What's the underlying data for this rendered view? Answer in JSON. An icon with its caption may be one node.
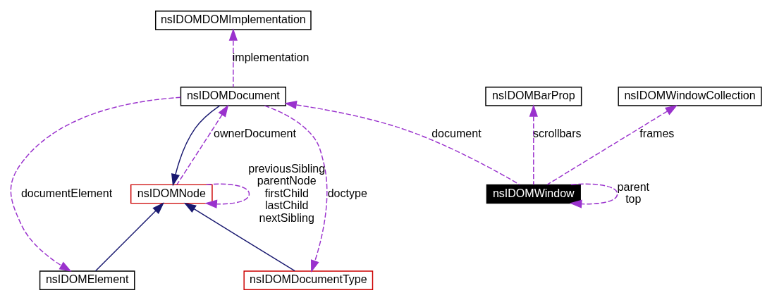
{
  "diagram": {
    "nodes": [
      {
        "text": [
          "nsIDOMDOMImplementation"
        ]
      },
      {
        "text": [
          "nsIDOMDocument"
        ]
      },
      {
        "text": [
          "nsIDOMBarProp"
        ]
      },
      {
        "text": [
          "nsIDOMWindowCollection"
        ]
      },
      {
        "text": [
          "nsIDOMNode"
        ]
      },
      {
        "text": [
          "nsIDOMWindow"
        ]
      },
      {
        "text": [
          "nsIDOMElement"
        ]
      },
      {
        "text": [
          "nsIDOMDocumentType"
        ]
      }
    ],
    "edges": [
      {
        "from": 1,
        "to": 0,
        "arrow": "to",
        "label": "implementation",
        "style": "dashed"
      },
      {
        "from": 5,
        "to": 1,
        "arrow": "to",
        "label": "document",
        "style": "dashed"
      },
      {
        "from": 5,
        "to": 2,
        "arrow": "to",
        "label": "scrollbars",
        "style": "dashed"
      },
      {
        "from": 5,
        "to": 3,
        "arrow": "to",
        "label": "frames",
        "style": "dashed"
      },
      {
        "from": 5,
        "to": 5,
        "arrow": "to",
        "label": "parent top",
        "style": "dashed"
      },
      {
        "from": 1,
        "to": 4,
        "arrow": "to",
        "color": "#191970"
      },
      {
        "from": 4,
        "to": 1,
        "arrow": "to",
        "label": "ownerDocument",
        "style": "dashed"
      },
      {
        "from": 4,
        "to": 4,
        "arrow": "to",
        "label": "previousSibling parentNode firstChild lastChild nextSibling",
        "style": "dashed"
      },
      {
        "from": 1,
        "to": 6,
        "arrow": "to",
        "label": "documentElement",
        "style": "dashed"
      },
      {
        "from": 1,
        "to": 7,
        "arrow": "to",
        "label": "doctype",
        "style": "dashed"
      },
      {
        "from": 6,
        "to": 4,
        "arrow": "to",
        "color": "#191970"
      },
      {
        "from": 7,
        "to": 4,
        "arrow": "to",
        "color": "#191970"
      }
    ]
  }
}
